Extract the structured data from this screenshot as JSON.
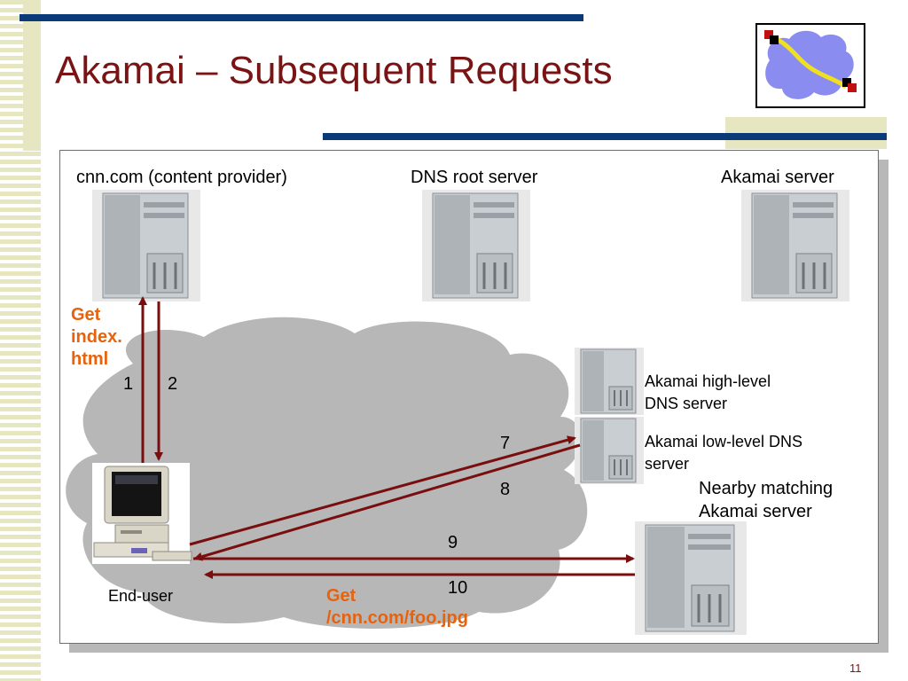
{
  "slide": {
    "title": "Akamai – Subsequent Requests",
    "page_number": "11"
  },
  "labels": {
    "cnn": "cnn.com (content provider)",
    "dns_root": "DNS root server",
    "akamai_server": "Akamai server",
    "high_level_dns": [
      "Akamai high-level",
      "DNS server"
    ],
    "low_level_dns": [
      "Akamai low-level DNS",
      "server"
    ],
    "nearby": [
      "Nearby matching",
      "Akamai server"
    ],
    "end_user": "End-user",
    "get_index": [
      "Get",
      "index.",
      "html"
    ],
    "get_foo": [
      "Get",
      "/cnn.com/foo.jpg"
    ]
  },
  "steps": [
    "1",
    "2",
    "7",
    "8",
    "9",
    "10"
  ],
  "colors": {
    "title": "#7a1414",
    "accent_bar": "#0b3a78",
    "arrow": "#7a0e0e",
    "orange_text": "#e8620c",
    "cloud": "#b7b7b7"
  },
  "icons": [
    "server-tower-icon",
    "desktop-computer-icon",
    "network-cloud-logo-icon"
  ]
}
